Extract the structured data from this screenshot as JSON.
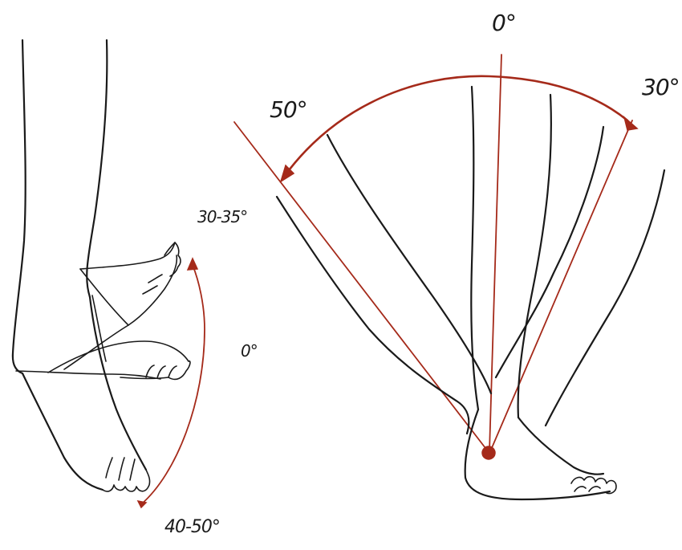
{
  "colors": {
    "ink": "#1a1a1a",
    "accent": "#a52a1a"
  },
  "left_figure": {
    "label_inversion": "30-35°",
    "label_neutral": "0°",
    "label_eversion": "40-50°"
  },
  "right_figure": {
    "label_neutral": "0°",
    "label_plantar": "50°",
    "label_dorsal": "30°"
  }
}
